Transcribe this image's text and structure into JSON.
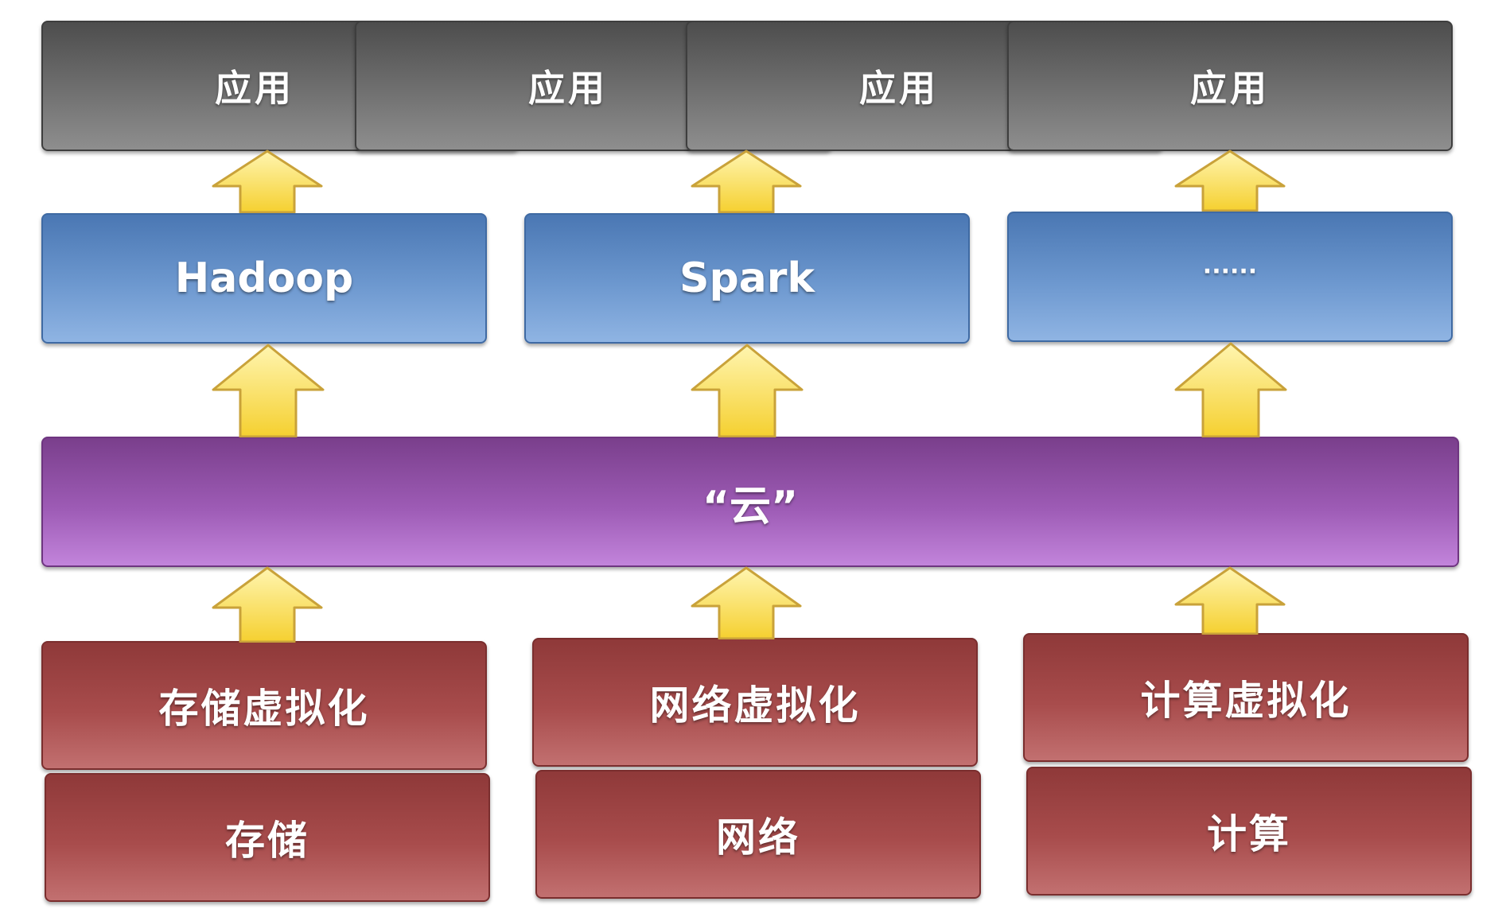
{
  "apps": [
    "应用",
    "应用",
    "应用",
    "应用"
  ],
  "frameworks": [
    "Hadoop",
    "Spark",
    "······"
  ],
  "cloud_label": "“云”",
  "virtualization": [
    "存储虚拟化",
    "网络虚拟化",
    "计算虚拟化"
  ],
  "resources": [
    "存储",
    "网络",
    "计算"
  ],
  "colors": {
    "app_layer": "#6a6a6a",
    "framework_layer": "#6d98cf",
    "cloud_layer": "#9d5bb5",
    "infra_layer": "#a84c4c",
    "arrow_fill": "#f5d94a",
    "arrow_stroke": "#c9a23a"
  }
}
